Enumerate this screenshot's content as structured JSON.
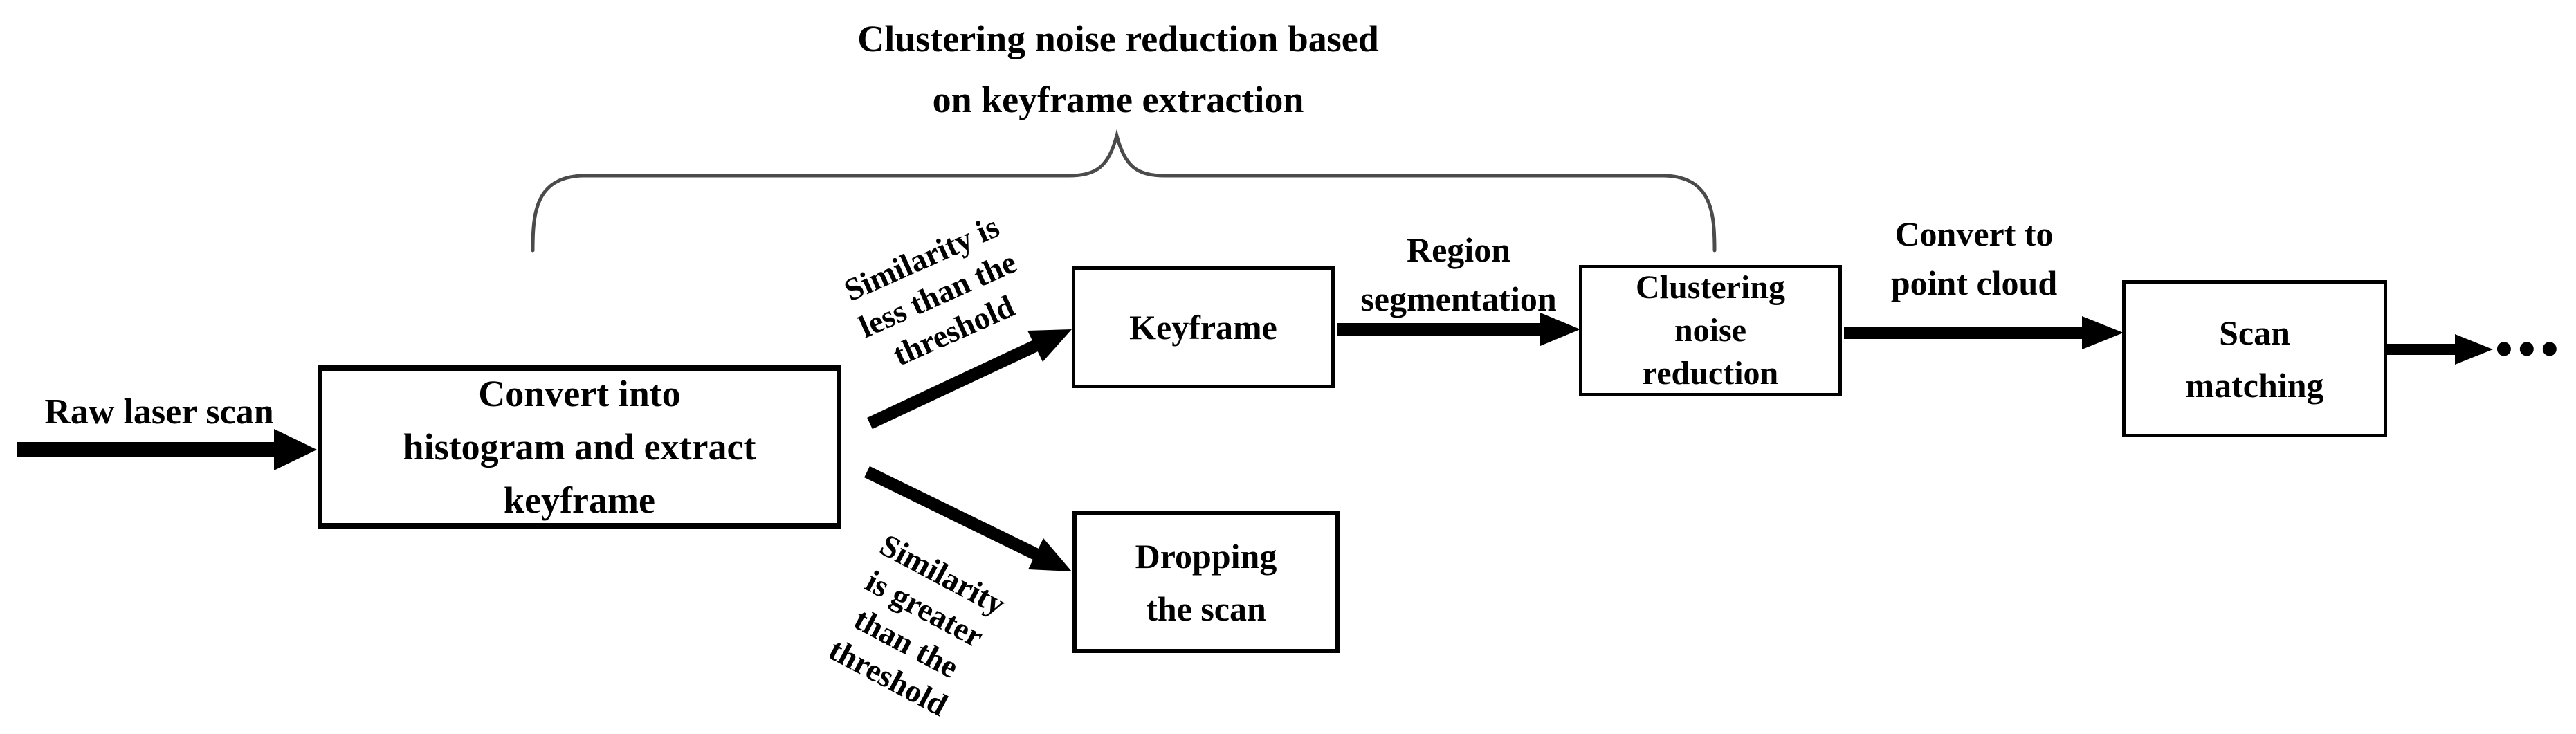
{
  "diagram": {
    "background": "#ffffff",
    "ink_color": "#000000",
    "brace_color": "#4b4b4b",
    "brace_title": {
      "lines": [
        "Clustering noise reduction based",
        "on keyframe extraction"
      ]
    },
    "input_label": "Raw laser scan",
    "nodes": {
      "convert_histogram": {
        "lines": [
          "Convert into",
          "histogram and extract",
          "keyframe"
        ]
      },
      "keyframe": {
        "label": "Keyframe"
      },
      "clustering_noise_reduction": {
        "lines": [
          "Clustering",
          "noise",
          "reduction"
        ]
      },
      "scan_matching": {
        "lines": [
          "Scan",
          "matching"
        ]
      },
      "dropping_scan": {
        "lines": [
          "Dropping",
          "the scan"
        ]
      }
    },
    "edge_labels": {
      "similarity_less": {
        "lines": [
          "Similarity is",
          "less than the",
          "threshold"
        ]
      },
      "similarity_greater": {
        "lines": [
          "Similarity",
          "is greater",
          "than the",
          "threshold"
        ]
      },
      "region_segmentation": {
        "lines": [
          "Region",
          "segmentation"
        ]
      },
      "convert_point_cloud": {
        "lines": [
          "Convert to",
          "point cloud"
        ]
      }
    },
    "ellipsis": "•••"
  }
}
